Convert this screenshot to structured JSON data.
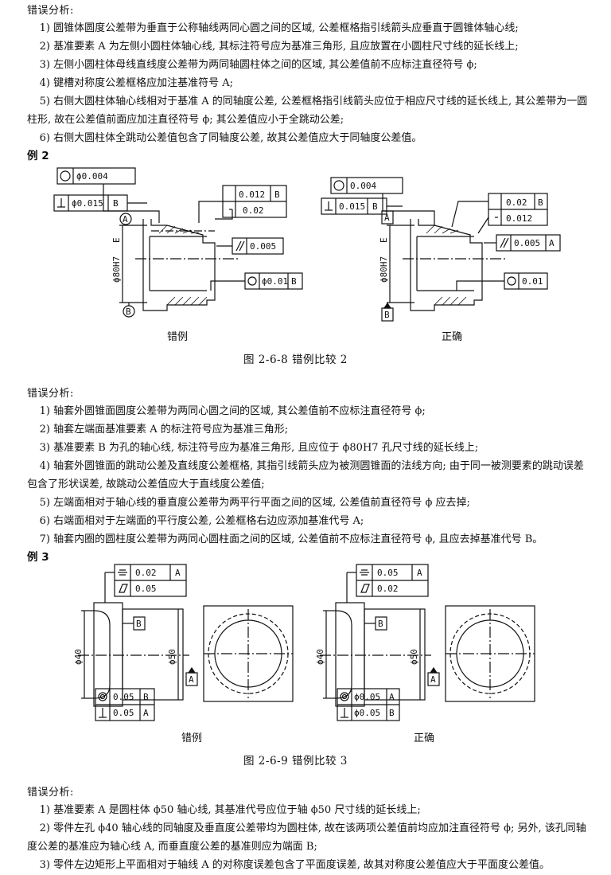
{
  "section1": {
    "heading": "错误分析:",
    "items": [
      "1) 圆锥体圆度公差带为垂直于公称轴线两同心圆之间的区域, 公差框格指引线箭头应垂直于圆锥体轴心线;",
      "2) 基准要素 A 为左侧小圆柱体轴心线, 其标注符号应为基准三角形, 且应放置在小圆柱尺寸线的延长线上;",
      "3) 左侧小圆柱体母线直线度公差带为两同轴圆柱体之间的区域, 其公差值前不应标注直径符号 ϕ;",
      "4) 键槽对称度公差框格应加注基准符号 A;",
      "5) 右侧大圆柱体轴心线相对于基准 A 的同轴度公差, 公差框格指引线箭头应位于相应尺寸线的延长线上, 其公差带为一圆柱形, 故在公差值前面应加注直径符号 ϕ; 其公差值应小于全跳动公差;",
      "6) 右侧大圆柱体全跳动公差值包含了同轴度公差, 故其公差值应大于同轴度公差值。"
    ]
  },
  "example2": {
    "label": "例 2",
    "wrong_label": "错例",
    "right_label": "正确",
    "caption": "图 2-6-8  错例比较 2",
    "wrong": {
      "roundness": "ϕ0.004",
      "perp_value": "ϕ0.015",
      "perp_datum": "B",
      "runout_value": "0.012",
      "runout_datum": "B",
      "straight_value": "0.02",
      "parallel_value": "0.005",
      "cyl_value": "ϕ0.01",
      "cyl_datum": "B",
      "datum_a": "A",
      "datum_b": "B",
      "dim": "ϕ80H7",
      "env": "E"
    },
    "right": {
      "roundness": "0.004",
      "perp_value": "0.015",
      "perp_datum": "B",
      "runout_value": "0.02",
      "runout_datum": "B",
      "straight_value": "0.012",
      "parallel_value": "0.005",
      "parallel_datum": "A",
      "cyl_value": "0.01",
      "datum_a": "A",
      "datum_b": "B",
      "dim": "ϕ80H7",
      "env": "E"
    }
  },
  "section2": {
    "heading": "错误分析:",
    "items": [
      "1) 轴套外圆锥面圆度公差带为两同心圆之间的区域, 其公差值前不应标注直径符号 ϕ;",
      "2) 轴套左端面基准要素 A 的标注符号应为基准三角形;",
      "3) 基准要素 B 为孔的轴心线, 标注符号应为基准三角形, 且应位于 ϕ80H7 孔尺寸线的延长线上;",
      "4) 轴套外圆锥面的跳动公差及直线度公差框格, 其指引线箭头应为被测圆锥面的法线方向; 由于同一被测要素的跳动误差包含了形状误差, 故跳动公差值应大于直线度公差值;",
      "5) 左端面相对于轴心线的垂直度公差带为两平行平面之间的区域, 公差值前直径符号 ϕ 应去掉;",
      "6) 右端面相对于左端面的平行度公差, 公差框格右边应添加基准代号 A;",
      "7) 轴套内圈的圆柱度公差带为两同心圆柱面之间的区域, 公差值前不应标注直径符号 ϕ, 且应去掉基准代号 B。"
    ]
  },
  "example3": {
    "label": "例 3",
    "wrong_label": "错例",
    "right_label": "正确",
    "caption": "图 2-6-9  错例比较 3",
    "wrong": {
      "sym_value": "0.02",
      "sym_datum": "A",
      "flat_value": "0.05",
      "coax_value": "0.05",
      "coax_datum": "B",
      "perp_value": "0.05",
      "perp_datum": "A",
      "datum_a": "A",
      "datum_b": "B",
      "dim40": "ϕ40",
      "dim50": "ϕ50"
    },
    "right": {
      "sym_value": "0.05",
      "sym_datum": "A",
      "flat_value": "0.02",
      "coax_value": "ϕ0.05",
      "coax_datum": "A",
      "perp_value": "ϕ0.05",
      "perp_datum": "B",
      "datum_a": "A",
      "datum_b": "B",
      "dim40": "ϕ40",
      "dim50": "ϕ50"
    }
  },
  "section3": {
    "heading": "错误分析:",
    "items": [
      "1) 基准要素 A 是圆柱体 ϕ50 轴心线, 其基准代号应位于轴 ϕ50 尺寸线的延长线上;",
      "2) 零件左孔 ϕ40 轴心线的同轴度及垂直度公差带均为圆柱体, 故在该两项公差值前均应加注直径符号 ϕ; 另外, 该孔同轴度公差的基准应为轴心线 A, 而垂直度公差的基准则应为端面 B;",
      "3) 零件左边矩形上平面相对于轴线 A 的对称度误差包含了平面度误差, 故其对称度公差值应大于平面度公差值。"
    ]
  }
}
